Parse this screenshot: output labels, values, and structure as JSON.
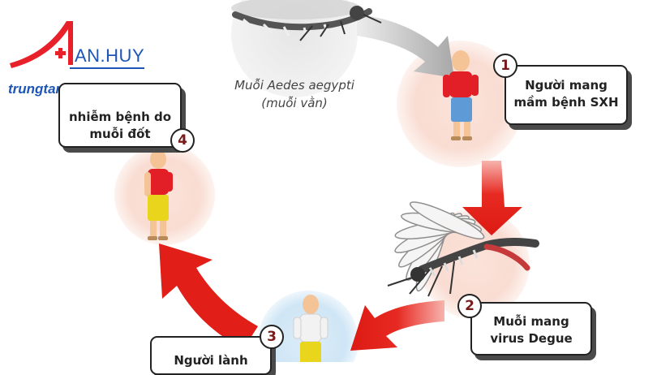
{
  "logo": {
    "name": "AN.HUY",
    "website": "trungtamthuoc.com",
    "color_red": "#e8202a",
    "color_blue": "#1e56b8"
  },
  "mosquito_caption": {
    "line1": "Muỗi Aedes aegypti",
    "line2": "(muỗi vằn)"
  },
  "steps": [
    {
      "number": "1",
      "line1": "Người mang",
      "line2": "mầm bệnh SXH"
    },
    {
      "number": "2",
      "line1": "Muỗi mang",
      "line2": "virus Degue"
    },
    {
      "number": "3",
      "line1": "Người lành",
      "line2": ""
    },
    {
      "number": "4",
      "line1": "nhiễm bệnh do",
      "line2": "muỗi đốt"
    }
  ],
  "colors": {
    "arrow_red": "#e02020",
    "arrow_gray": "#b0b0b0",
    "shirt_red": "#e21e26",
    "pants_blue": "#5d9ad6",
    "pants_yellow": "#e9d51c",
    "shirt_white": "#f2f2f2",
    "circle_pink": "#f9dcd2",
    "circle_blue": "#cfe6f6",
    "skin": "#f4c496"
  }
}
